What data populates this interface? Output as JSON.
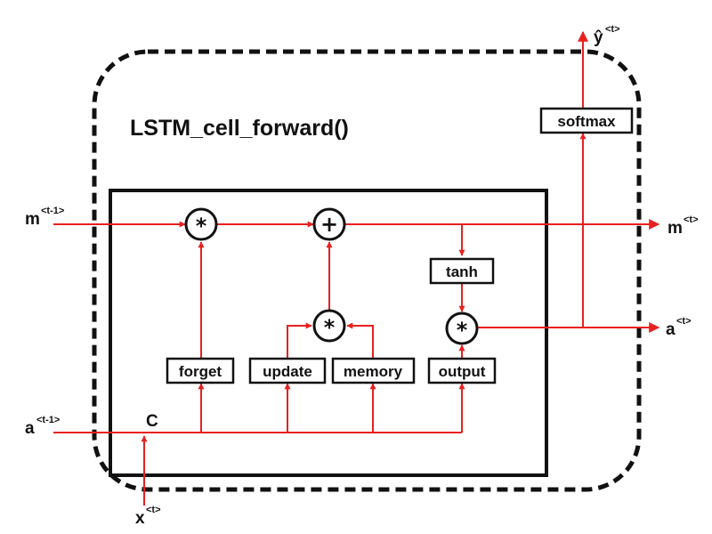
{
  "title": "LSTM_cell_forward()",
  "gates": {
    "forget": "forget",
    "update": "update",
    "memory": "memory",
    "output": "output",
    "tanh": "tanh",
    "softmax": "softmax"
  },
  "inputs": {
    "m_prev": "m",
    "m_prev_sup": "<t-1>",
    "a_prev": "a",
    "a_prev_sup": "<t-1>",
    "x": "x",
    "x_sup": "<t>"
  },
  "outputs": {
    "m_next": "m",
    "m_next_sup": "<t>",
    "a_next": "a",
    "a_next_sup": "<t>",
    "y_hat": "ŷ",
    "y_hat_sup": "<t>"
  },
  "concat_label": "C",
  "operators": {
    "multiply": "*",
    "add": "+"
  },
  "colors": {
    "wire": "#e8201e",
    "outline": "#111111",
    "background": "#ffffff"
  }
}
